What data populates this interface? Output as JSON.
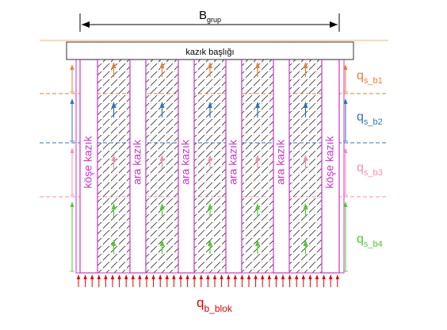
{
  "dimension": {
    "base": "B",
    "subscript": "grup"
  },
  "cap_label": "kazık başlığı",
  "pile_labels": {
    "corner": "köşe kazık",
    "middle": "ara kazık"
  },
  "skin_friction_labels": [
    {
      "base": "q",
      "subscript": "s_b1",
      "color": "#ed7d31"
    },
    {
      "base": "q",
      "subscript": "s_b2",
      "color": "#2e75b6"
    },
    {
      "base": "q",
      "subscript": "s_b3",
      "color": "#f48fb1"
    },
    {
      "base": "q",
      "subscript": "s_b4",
      "color": "#4ccd2a"
    }
  ],
  "base_label": {
    "base": "q",
    "subscript": "b_blok",
    "color": "#e00000"
  },
  "colors": {
    "pile_outline": "#cc33cc",
    "label_text": "#cc33cc",
    "outer_stroke": "#cc33cc",
    "hatch": "#333333",
    "base_arrows": "#e00000"
  }
}
